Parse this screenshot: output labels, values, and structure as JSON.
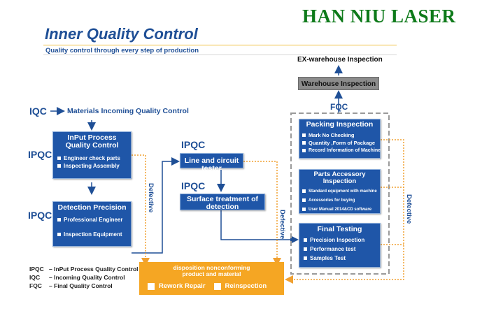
{
  "brand": "HAN NIU LASER",
  "title": "Inner Quality  Control",
  "subtitle": "Quality control through every step of production",
  "iqc": {
    "code": "IQC",
    "label": "Materials Incoming Quality Control"
  },
  "ipqc_left_top": "IPQC",
  "ipqc_left_bottom": "IPQC",
  "ipqc_mid_top": "IPQC",
  "ipqc_mid_bottom": "IPQC",
  "fqc": "FQC",
  "input_process": {
    "title": "InPut Process Quality Control",
    "items": [
      "Engineer check parts",
      "Inspecting Assembly"
    ]
  },
  "detection": {
    "title": "Detection Precision",
    "items": [
      "Professional Engineer",
      "Inspection Equipment"
    ]
  },
  "line_tester": {
    "title": "Line and circuit tester"
  },
  "surface": {
    "title": "Surface treatment of detection"
  },
  "disposition": {
    "title": "disposition nonconforming product and material",
    "option1": "Rework Repair",
    "option2": "Reinspection"
  },
  "packing": {
    "title": "Packing Inspection",
    "items": [
      "Mark No Checking",
      "Quantity ,Form of Package",
      "Record Information of Machine"
    ]
  },
  "parts": {
    "title": "Parts Accessory Inspection",
    "items": [
      "Standard equipment with  machine",
      "Accessories for buying",
      "User Manual 2014&CD software"
    ]
  },
  "final": {
    "title": "Final Testing",
    "items": [
      "Precision Inspection",
      "Performance test",
      "Samples Test"
    ]
  },
  "warehouse": "Warehouse Inspection",
  "ex_warehouse": "EX-warehouse Inspection",
  "defective": "Defective",
  "legend": [
    {
      "code": "IPQC",
      "desc": "– InPut Process Quality Control"
    },
    {
      "code": "IQC",
      "desc": "– Incoming Quality Control"
    },
    {
      "code": "FQC",
      "desc": "– Final Quality Control"
    }
  ],
  "colors": {
    "box_blue": "#1f56a8",
    "arrow_blue": "#1f4f96",
    "orange": "#f5a623",
    "dotted_orange": "#f0a030",
    "brand_green": "#0e7a1a",
    "warehouse_gray": "#8c8c8c"
  }
}
